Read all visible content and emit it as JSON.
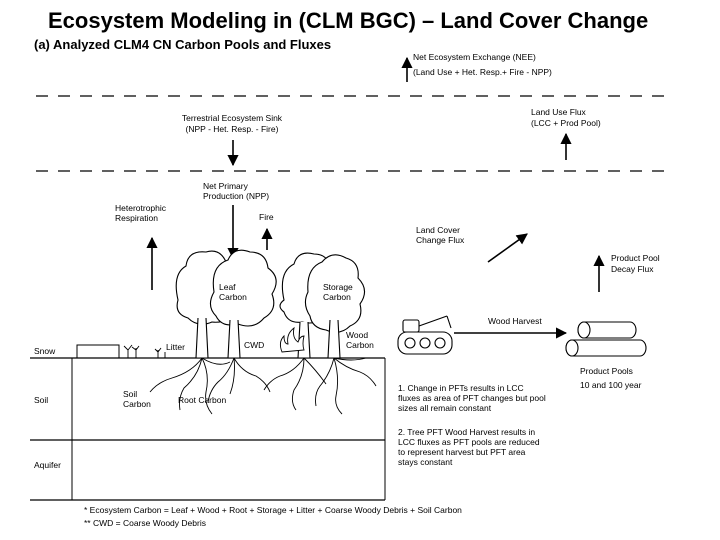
{
  "title": "Ecosystem Modeling in (CLM BGC) – Land Cover Change",
  "subtitle": "(a) Analyzed CLM4 CN Carbon Pools and Fluxes",
  "fluxes": {
    "nee": "Net Ecosystem Exchange (NEE)",
    "nee_formula": "(Land Use + Het. Resp.+ Fire - NPP)",
    "sink": "Terrestrial Ecosystem Sink",
    "sink_formula": "(NPP - Het. Resp. - Fire)",
    "land_use_flux": "Land Use Flux",
    "land_use_formula": "(LCC + Prod Pool)",
    "npp_line1": "Net Primary",
    "npp_line2": "Production (NPP)",
    "het_resp_line1": "Heterotrophic",
    "het_resp_line2": "Respiration",
    "fire": "Fire",
    "lcc_flux_line1": "Land Cover",
    "lcc_flux_line2": "Change Flux",
    "product_decay_line1": "Product Pool",
    "product_decay_line2": "Decay Flux",
    "wood_harvest": "Wood Harvest"
  },
  "pools": {
    "leaf_line1": "Leaf",
    "leaf_line2": "Carbon",
    "storage_line1": "Storage",
    "storage_line2": "Carbon",
    "wood_line1": "Wood",
    "wood_line2": "Carbon",
    "cwd": "CWD",
    "litter": "Litter",
    "root": "Root Carbon",
    "soil_line1": "Soil",
    "soil_line2": "Carbon",
    "product_pools": "Product Pools",
    "product_years": "10 and 100 year"
  },
  "layers": {
    "snow": "Snow",
    "soil": "Soil",
    "aquifer": "Aquifer"
  },
  "notes": {
    "note1_l1": "1. Change in PFTs results in LCC",
    "note1_l2": "fluxes as area of PFT changes but pool",
    "note1_l3": "sizes all remain constant",
    "note2_l1": "2. Tree PFT Wood Harvest results in",
    "note2_l2": "LCC fluxes as PFT pools are reduced",
    "note2_l3": "to represent harvest but PFT area",
    "note2_l4": "stays constant"
  },
  "footnotes": {
    "f1": "* Ecosystem Carbon = Leaf + Wood + Root + Storage + Litter + Coarse Woody Debris + Soil Carbon",
    "f2": "** CWD = Coarse Woody Debris"
  }
}
